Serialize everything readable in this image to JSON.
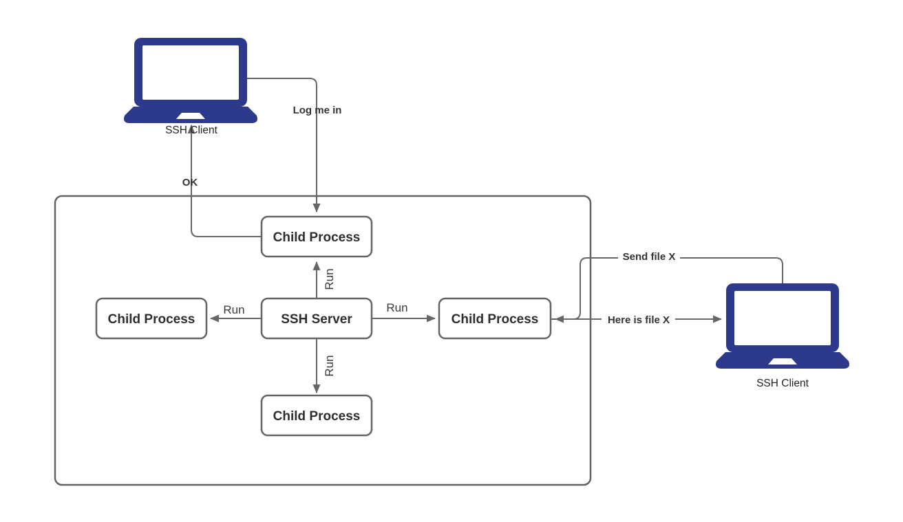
{
  "nodes": {
    "client_left": {
      "label": "SSH Client"
    },
    "client_right": {
      "label": "SSH Client"
    },
    "server": {
      "label": "SSH Server"
    },
    "child_top": {
      "label": "Child Process"
    },
    "child_left": {
      "label": "Child Process"
    },
    "child_right": {
      "label": "Child Process"
    },
    "child_bottom": {
      "label": "Child Process"
    }
  },
  "edges": {
    "log_me_in": {
      "label": "Log me in"
    },
    "ok": {
      "label": "OK"
    },
    "run_top": {
      "label": "Run"
    },
    "run_bottom": {
      "label": "Run"
    },
    "run_left": {
      "label": "Run"
    },
    "run_right": {
      "label": "Run"
    },
    "send_file": {
      "label": "Send file X"
    },
    "here_is_file": {
      "label": "Here is file X"
    }
  },
  "colors": {
    "laptop": "#2d3a8c",
    "line": "#666666",
    "box_border": "#636363",
    "text": "#333333",
    "background": "#ffffff"
  }
}
